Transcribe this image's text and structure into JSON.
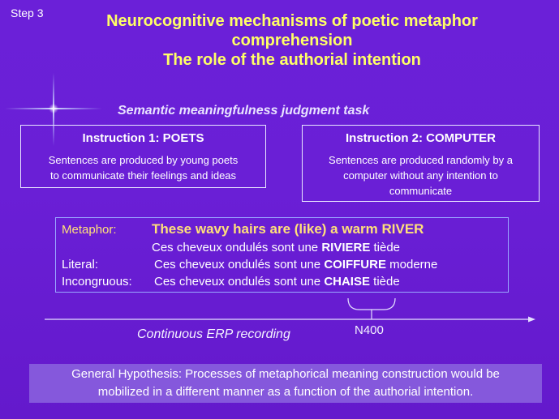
{
  "step_label": "Step 3",
  "title": {
    "line1": "Neurocognitive mechanisms of poetic metaphor",
    "line2": "comprehension",
    "line3": "The role of the authorial intention"
  },
  "task_label": "Semantic meaningfulness judgment task",
  "instruction_1": {
    "heading": "Instruction 1: POETS",
    "line1": "Sentences are produced by young poets",
    "line2": "to communicate their feelings and ideas"
  },
  "instruction_2": {
    "heading": "Instruction 2: COMPUTER",
    "line1": "Sentences are produced randomly by a",
    "line2": "computer  without any intention to",
    "line3": "communicate"
  },
  "sentences": {
    "metaphor": {
      "label": "Metaphor:",
      "english": "These wavy hairs are (like) a warm RIVER",
      "french_before": "Ces cheveux ondulés sont une ",
      "french_keyword": "RIVIERE",
      "french_after": " tiède"
    },
    "literal": {
      "label": "Literal:",
      "before": "Ces cheveux ondulés sont une ",
      "keyword": "COIFFURE",
      "after": " moderne"
    },
    "incongruous": {
      "label": "Incongruous:",
      "before": "Ces cheveux ondulés sont une ",
      "keyword": "CHAISE",
      "after": " tiède"
    }
  },
  "erp_label": "Continuous ERP recording",
  "n400_label": "N400",
  "hypothesis": {
    "line1": "General Hypothesis: Processes of metaphorical meaning construction would be",
    "line2": "mobilized in a different manner as a function of the authorial intention."
  },
  "colors": {
    "background": "#6a1fd6",
    "title": "#ffff66",
    "metaphor_highlight": "#ffe07a",
    "hypothesis_box": "#8558dc"
  }
}
